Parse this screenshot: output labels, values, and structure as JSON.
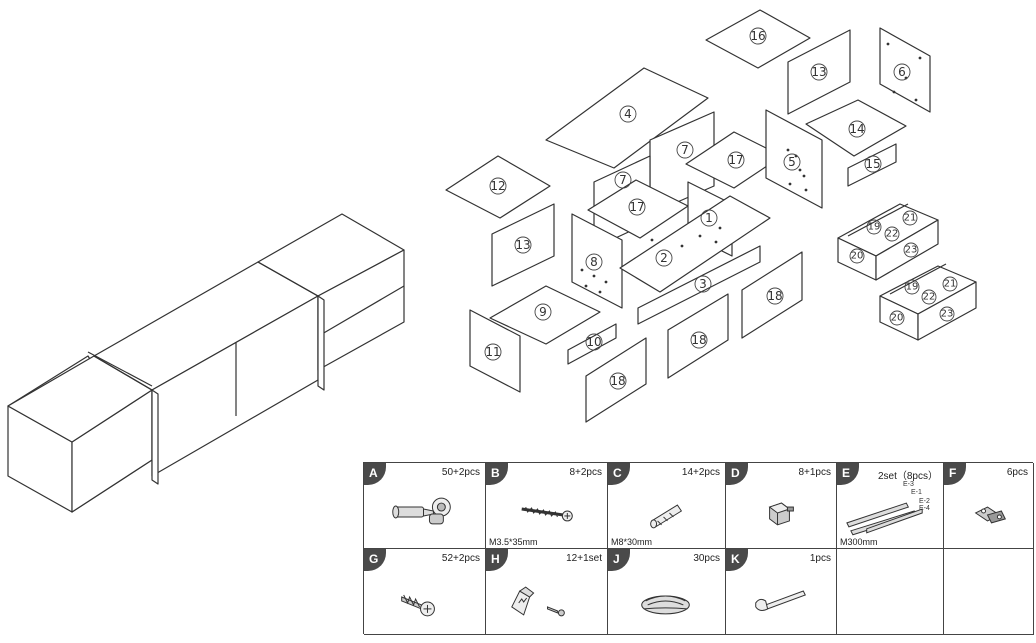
{
  "parts": [
    {
      "id": "p16",
      "label": "16"
    },
    {
      "id": "p13a",
      "label": "13"
    },
    {
      "id": "p6",
      "label": "6"
    },
    {
      "id": "p4",
      "label": "4"
    },
    {
      "id": "p14",
      "label": "14"
    },
    {
      "id": "p7a",
      "label": "7"
    },
    {
      "id": "p17a",
      "label": "17"
    },
    {
      "id": "p5",
      "label": "5"
    },
    {
      "id": "p15",
      "label": "15"
    },
    {
      "id": "p12",
      "label": "12"
    },
    {
      "id": "p7b",
      "label": "7"
    },
    {
      "id": "p17b",
      "label": "17"
    },
    {
      "id": "p1",
      "label": "1"
    },
    {
      "id": "p13b",
      "label": "13"
    },
    {
      "id": "p8",
      "label": "8"
    },
    {
      "id": "p2",
      "label": "2"
    },
    {
      "id": "p3",
      "label": "3"
    },
    {
      "id": "p18a",
      "label": "18"
    },
    {
      "id": "p9",
      "label": "9"
    },
    {
      "id": "p10",
      "label": "10"
    },
    {
      "id": "p11",
      "label": "11"
    },
    {
      "id": "p18b",
      "label": "18"
    },
    {
      "id": "p18c",
      "label": "18"
    },
    {
      "id": "d1_19",
      "label": "19"
    },
    {
      "id": "d1_21",
      "label": "21"
    },
    {
      "id": "d1_22",
      "label": "22"
    },
    {
      "id": "d1_20",
      "label": "20"
    },
    {
      "id": "d1_23",
      "label": "23"
    },
    {
      "id": "d2_19",
      "label": "19"
    },
    {
      "id": "d2_21",
      "label": "21"
    },
    {
      "id": "d2_22",
      "label": "22"
    },
    {
      "id": "d2_20",
      "label": "20"
    },
    {
      "id": "d2_23",
      "label": "23"
    }
  ],
  "hardware": [
    {
      "letter": "A",
      "qty": "50+2pcs",
      "spec": "",
      "icon": "cam-lock-bolt-icon"
    },
    {
      "letter": "B",
      "qty": "8+2pcs",
      "spec": "M3.5*35mm",
      "icon": "long-screw-icon"
    },
    {
      "letter": "C",
      "qty": "14+2pcs",
      "spec": "M8*30mm",
      "icon": "wooden-dowel-icon"
    },
    {
      "letter": "D",
      "qty": "8+1pcs",
      "spec": "",
      "icon": "plastic-foot-icon"
    },
    {
      "letter": "E",
      "qty": "2set（8pcs）",
      "spec": "M300mm",
      "icon": "drawer-slide-icon"
    },
    {
      "letter": "F",
      "qty": "6pcs",
      "spec": "",
      "icon": "hinge-icon"
    },
    {
      "letter": "G",
      "qty": "52+2pcs",
      "spec": "",
      "icon": "short-screw-icon"
    },
    {
      "letter": "H",
      "qty": "12+1set",
      "spec": "",
      "icon": "corner-bracket-icon"
    },
    {
      "letter": "J",
      "qty": "30pcs",
      "spec": "",
      "icon": "felt-pad-icon"
    },
    {
      "letter": "K",
      "qty": "1pcs",
      "spec": "",
      "icon": "allen-key-icon"
    }
  ],
  "slide_labels": [
    "E-3",
    "E-1",
    "E-2",
    "E-4"
  ]
}
